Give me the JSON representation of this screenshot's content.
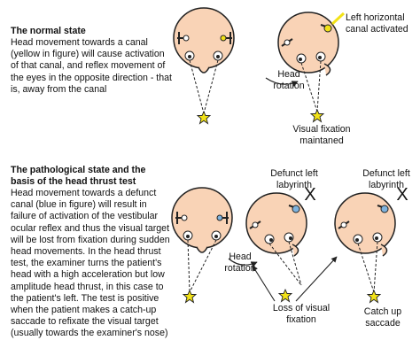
{
  "normal": {
    "heading": "The normal state",
    "body": "Head movement towards a canal (yellow in figure) will cause activation of that canal, and reflex movement of the eyes in the opposite direction - that is, away from the canal",
    "labels": {
      "canal_activated": "Left horizontal canal activated",
      "head_rotation": "Head rotation",
      "visual_fixation": "Visual fixation maintaned"
    }
  },
  "pathological": {
    "heading": "The pathological state and the basis of the head thrust test",
    "body": "Head movement towards a defunct canal (blue in figure) will result in failure of  activation of the vestibular ocular reflex and thus the visual target will be lost from fixation during sudden head movements. In the head thrust test, the examiner turns the patient's head with a high acceleration but low amplitude head thrust, in this case to the patient's left. The test is positive when the patient makes a catch-up saccade to refixate the visual target (usually towards the examiner's nose)",
    "labels": {
      "defunct_1": "Defunct left labyrinth",
      "defunct_2": "Defunct left labyrinth",
      "head_rotation": "Head rotation",
      "loss_fixation": "Loss of visual fixation",
      "catch_up": "Catch up saccade",
      "x_mark": "X"
    }
  },
  "colors": {
    "skin": "#f9d3b6",
    "outline": "#222222",
    "canal_active": "#f2e217",
    "canal_defunct": "#7fb3de",
    "target": "#f2e217"
  },
  "icons": [
    "head-icon",
    "eye-icon",
    "canal-icon",
    "star-target-icon",
    "arrow-icon",
    "x-icon"
  ]
}
